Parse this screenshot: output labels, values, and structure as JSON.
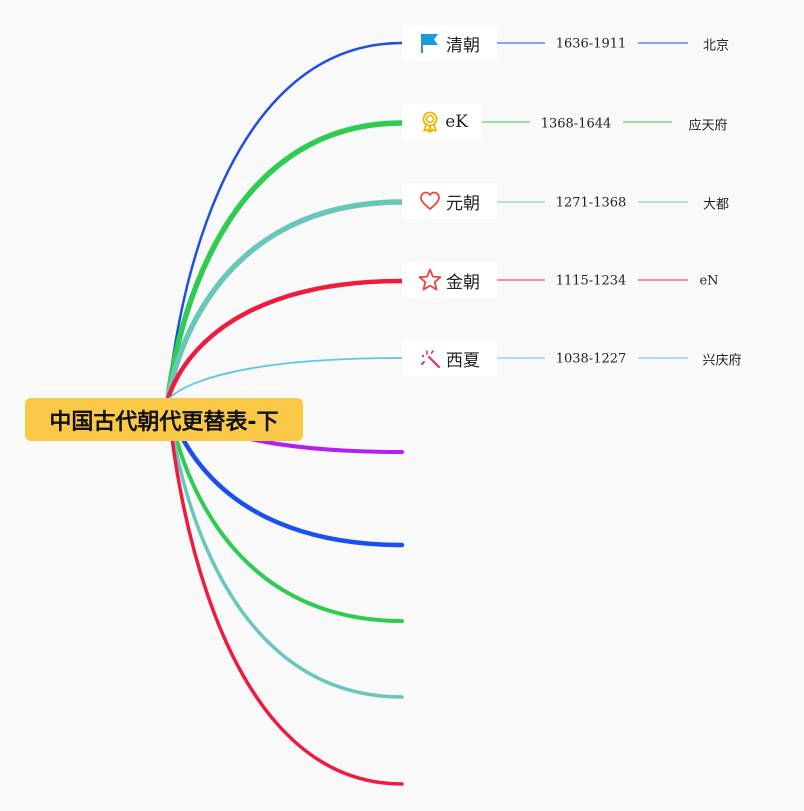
{
  "root": {
    "label": "中国古代朝代更替表-下"
  },
  "dynasties": [
    {
      "name": "清朝",
      "years": "1636-1911",
      "capital": "北京",
      "icon": "flag-icon",
      "color": "#1f4fe0"
    },
    {
      "name": "eK",
      "years": "1368-1644",
      "capital": "应天府",
      "icon": "medal-icon",
      "color": "#2ecc50"
    },
    {
      "name": "元朝",
      "years": "1271-1368",
      "capital": "大都",
      "icon": "heart-icon",
      "color": "#68c7b8"
    },
    {
      "name": "金朝",
      "years": "1115-1234",
      "capital": "eN",
      "icon": "star-icon",
      "color": "#ee1b3f"
    },
    {
      "name": "西夏",
      "years": "1038-1227",
      "capital": "兴庆府",
      "icon": "magic-wand-icon",
      "color": "#5bc5ec"
    }
  ],
  "extra_branches": [
    {
      "color": "#b31ff2"
    },
    {
      "color": "#1a4ff0"
    },
    {
      "color": "#2ecc50"
    },
    {
      "color": "#68c7b8"
    },
    {
      "color": "#ee1b3f"
    }
  ]
}
